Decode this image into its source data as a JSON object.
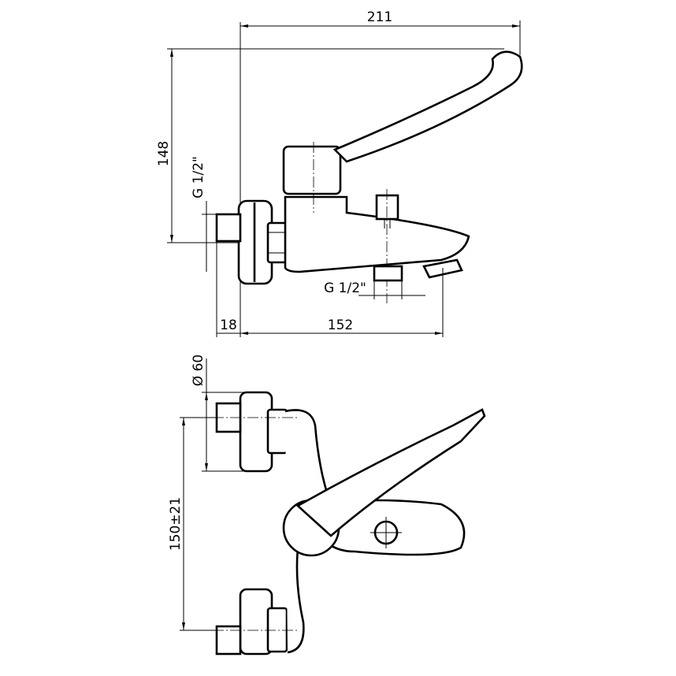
{
  "side_view": {
    "dim_total_length": "211",
    "dim_height": "148",
    "dim_inlet_thread": "G 1/2\"",
    "dim_outlet_thread": "G 1/2\"",
    "dim_wall_offset": "18",
    "dim_spout_projection": "152"
  },
  "front_view": {
    "dim_flange_diameter": "Ø 60",
    "dim_center_distance": "150±21"
  }
}
